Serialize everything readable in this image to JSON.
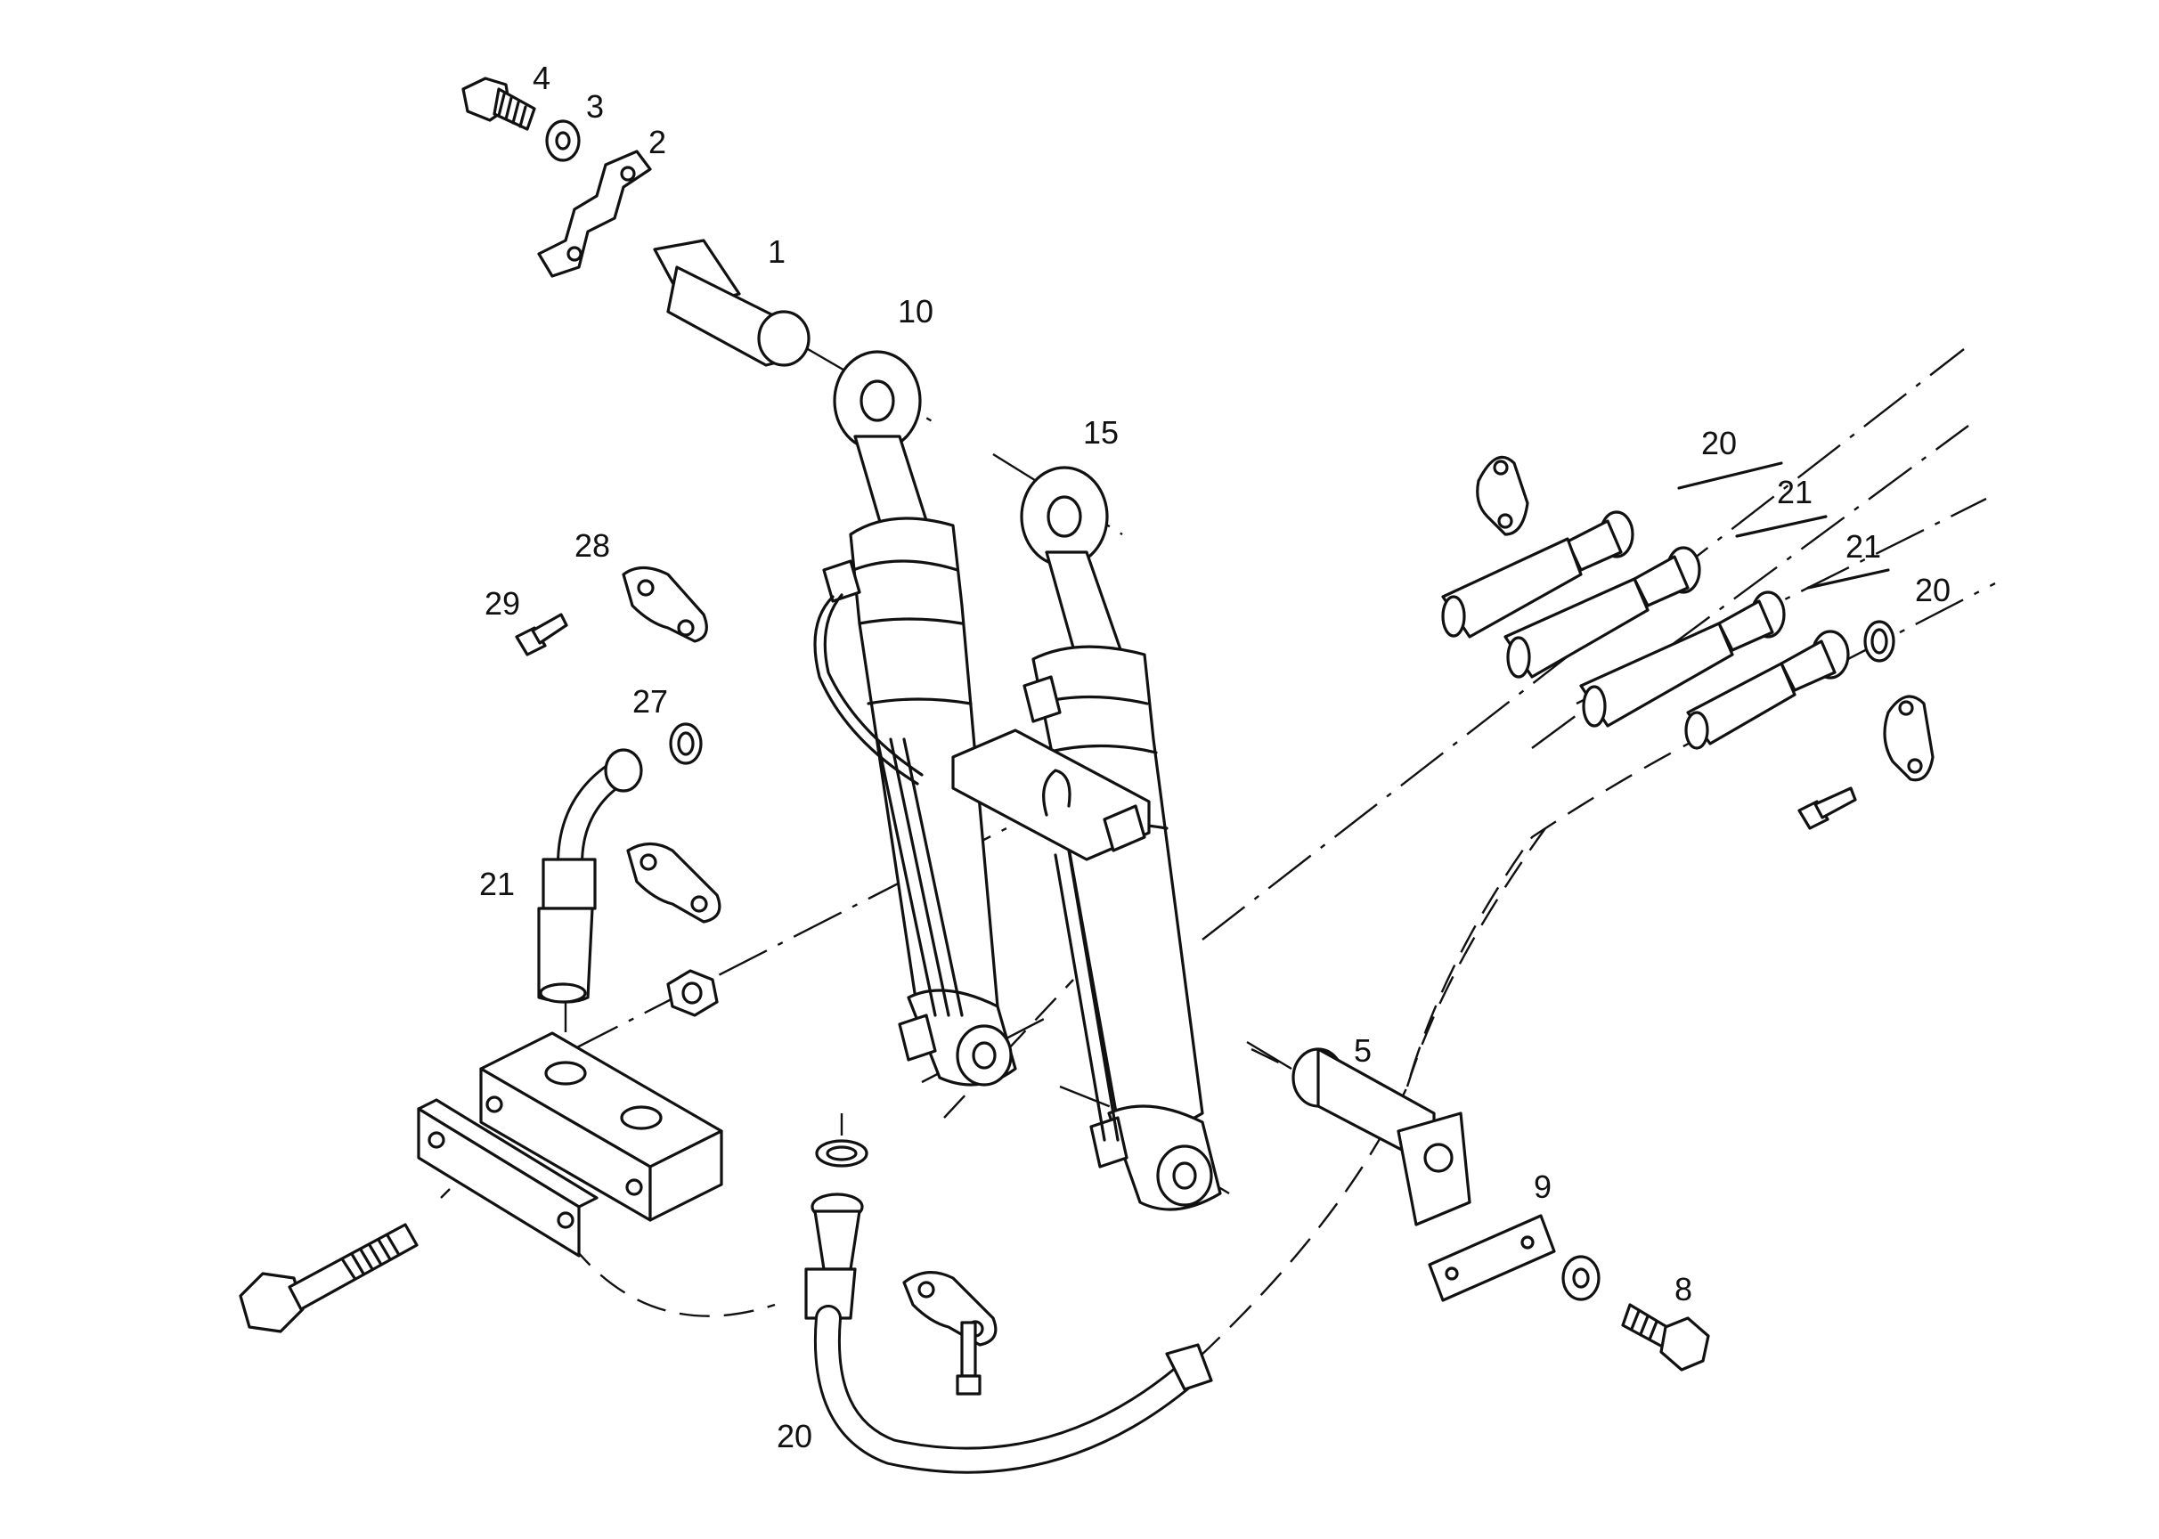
{
  "callouts": {
    "c1": "1",
    "c2": "2",
    "c3": "3",
    "c4": "4",
    "c5": "5",
    "c8": "8",
    "c9": "9",
    "c10": "10",
    "c15": "15",
    "c20a": "20",
    "c20b": "20",
    "c20c": "20",
    "c21a": "21",
    "c21b": "21",
    "c21c": "21",
    "c27": "27",
    "c28": "28",
    "c29": "29"
  }
}
